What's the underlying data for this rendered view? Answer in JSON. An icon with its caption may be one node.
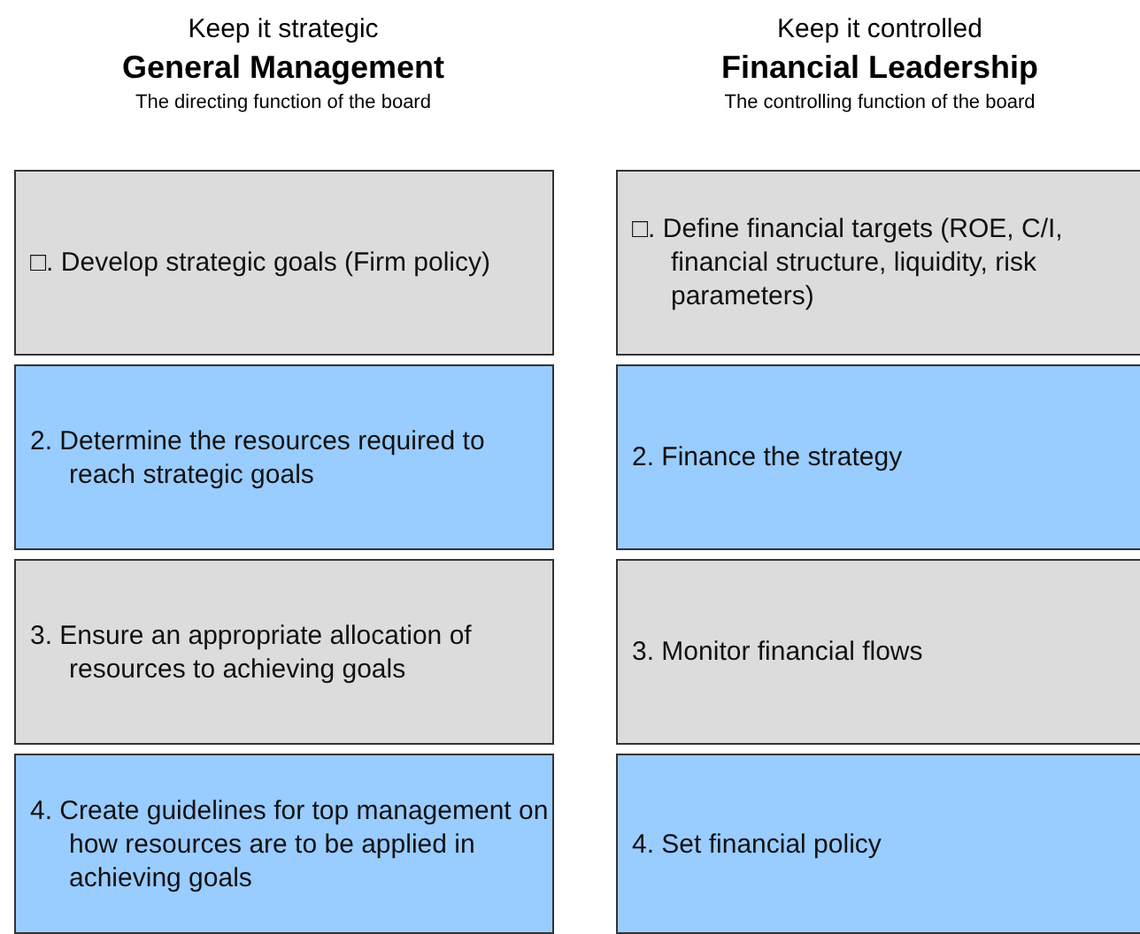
{
  "diagram": {
    "nodes": [
      {
        "text": [
          "□. Develop strategic goals (Firm policy)"
        ]
      },
      {
        "text": [
          "□. Define financial targets (ROE, C/I, financial structure, liquidity, risk parameters)"
        ]
      },
      {
        "text": [
          "2. Determine the resources required to reach strategic goals"
        ]
      },
      {
        "text": [
          "2. Finance the strategy"
        ]
      },
      {
        "text": [
          "3. Ensure an appropriate allocation of resources to achieving goals"
        ]
      },
      {
        "text": [
          "3. Monitor financial flows"
        ]
      },
      {
        "text": [
          "4. Create guidelines for top management on how resources are to be applied in achieving goals"
        ]
      },
      {
        "text": [
          "4. Set financial policy"
        ]
      }
    ],
    "labels": [
      "Keep it strategic",
      "General Management",
      "The directing function of the board",
      "Keep it controlled",
      "Financial Leadership",
      "The controlling function of the board"
    ]
  }
}
